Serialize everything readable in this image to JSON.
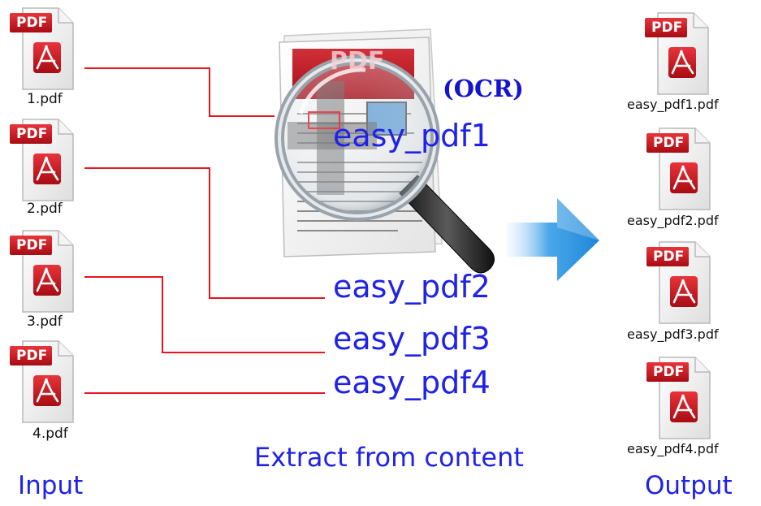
{
  "colors": {
    "accent_blue": "#1f22e8",
    "connector_red": "#e8141e",
    "pdf_red": "#c8141e"
  },
  "input": {
    "title": "Input",
    "files": [
      {
        "icon_text": "PDF",
        "name": "1.pdf"
      },
      {
        "icon_text": "PDF",
        "name": "2.pdf"
      },
      {
        "icon_text": "PDF",
        "name": "3.pdf"
      },
      {
        "icon_text": "PDF",
        "name": "4.pdf"
      }
    ]
  },
  "process": {
    "badge": "(OCR)",
    "extracted_names": [
      "easy_pdf1",
      "easy_pdf2",
      "easy_pdf3",
      "easy_pdf4"
    ],
    "caption": "Extract from content",
    "document_icon_text": "PDF"
  },
  "output": {
    "title": "Output",
    "files": [
      {
        "icon_text": "PDF",
        "name": "easy_pdf1.pdf"
      },
      {
        "icon_text": "PDF",
        "name": "easy_pdf2.pdf"
      },
      {
        "icon_text": "PDF",
        "name": "easy_pdf3.pdf"
      },
      {
        "icon_text": "PDF",
        "name": "easy_pdf4.pdf"
      }
    ]
  }
}
